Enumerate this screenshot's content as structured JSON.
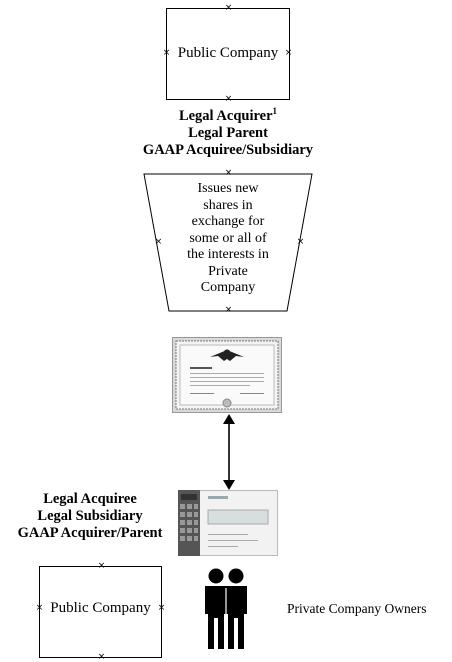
{
  "top_entity": {
    "label": "Public Company",
    "heading": {
      "line1": "Legal Acquirer",
      "footnote": "1",
      "line2": "Legal Parent",
      "line3": "GAAP Acquiree/Subsidiary"
    }
  },
  "issuance": {
    "text": "Issues new shares in exchange for some or all of the interests in Private Company"
  },
  "bottom_heading": {
    "line1": "Legal Acquiree",
    "line2": "Legal Subsidiary",
    "line3": "GAAP Acquirer/Parent"
  },
  "bottom_entity": {
    "label": "Public Company"
  },
  "owners": {
    "label": "Private Company Owners",
    "icon": "people-icon"
  },
  "icons": {
    "certificate": "stock-certificate-icon",
    "check": "bank-check-icon",
    "exchange_arrow": "double-arrow-icon"
  }
}
